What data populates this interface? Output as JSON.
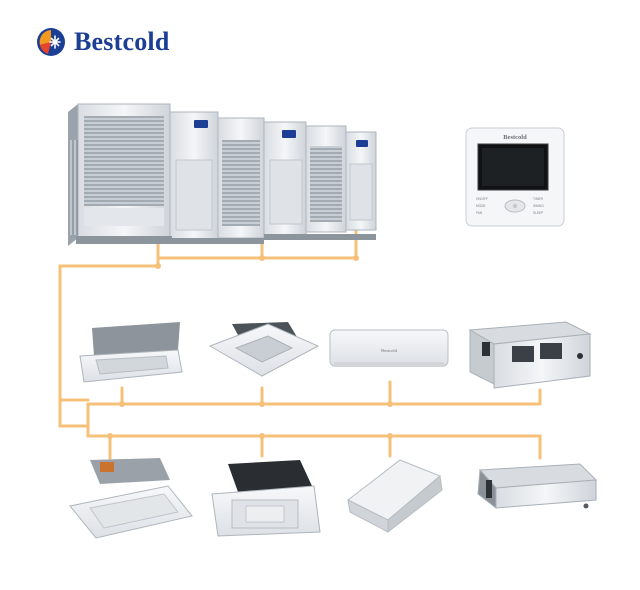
{
  "brand": {
    "name": "Bestcold",
    "logo_icon": "bestcold-logo-icon",
    "color": "#1c3f95"
  },
  "controller": {
    "logo_text": "Bestcold",
    "buttons": [
      "ON/OFF",
      "MODE",
      "FAN",
      "TIMER",
      "SWING",
      "SLEEP"
    ]
  },
  "colors": {
    "pipe": "#f6c079",
    "unit_body": "#e9ecef",
    "accent": "#1c3f95"
  }
}
